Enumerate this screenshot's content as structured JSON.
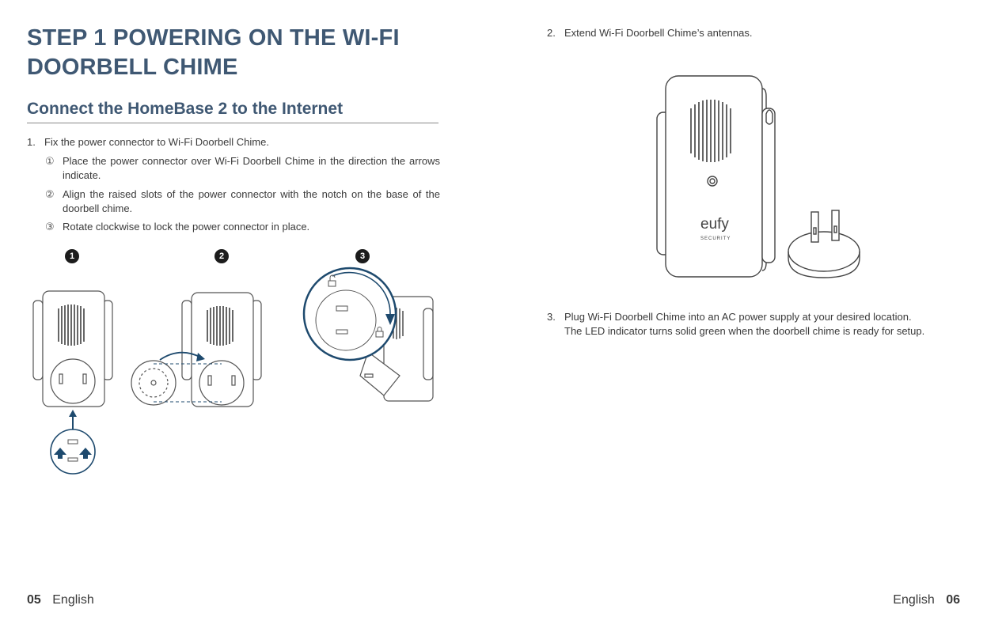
{
  "left_page": {
    "title": "STEP 1 POWERING ON THE WI-FI DOORBELL CHIME",
    "subtitle": "Connect the HomeBase 2 to the Internet",
    "step1": {
      "number": "1.",
      "text": "Fix the power connector to Wi-Fi Doorbell Chime.",
      "substeps": [
        {
          "marker": "①",
          "text": "Place the power connector over Wi-Fi Doorbell Chime in the direction the arrows indicate."
        },
        {
          "marker": "②",
          "text": "Align the raised slots of the power connector with the notch on the base of the doorbell chime."
        },
        {
          "marker": "③",
          "text": "Rotate clockwise to lock the power connector in place."
        }
      ]
    },
    "figure_badges": [
      "1",
      "2",
      "3"
    ],
    "footer": {
      "page_number": "05",
      "language": "English"
    }
  },
  "right_page": {
    "step2": {
      "number": "2.",
      "text": "Extend Wi-Fi Doorbell Chime’s antennas."
    },
    "device_logo": {
      "brand": "eufy",
      "sub": "SECURITY"
    },
    "step3": {
      "number": "3.",
      "line1": "Plug Wi-Fi Doorbell Chime into an AC power supply at your desired location.",
      "line2": "The LED indicator turns solid green when the doorbell chime is ready for setup."
    },
    "footer": {
      "language": "English",
      "page_number": "06"
    }
  },
  "colors": {
    "heading": "#3f5873",
    "accent_blue": "#1e4a6e",
    "text": "#3a3a3a"
  }
}
